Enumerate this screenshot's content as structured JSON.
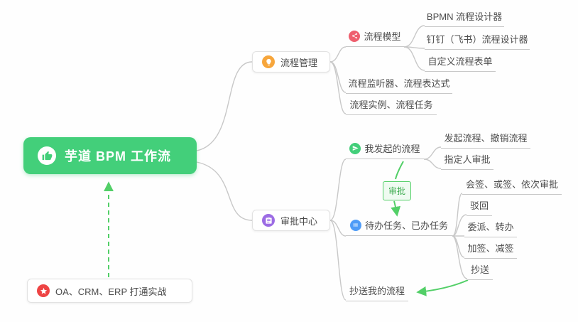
{
  "colors": {
    "root_bg": "#43cf7a",
    "branch_line": "#c8c8c8",
    "green_accent": "#52cf67",
    "icon_process_mgmt": "#f7a63c",
    "icon_process_model": "#ee5f6e",
    "icon_approval_center": "#9c6ce4",
    "icon_my_initiated": "#43cf7a",
    "icon_todo": "#4f9cf7",
    "icon_oa_star": "#ee4444"
  },
  "icons": {
    "root": "thumbs-up",
    "process_mgmt": "lightbulb",
    "process_model": "flow-share",
    "approval_center": "clipboard",
    "my_initiated": "send",
    "todo_done": "checklist",
    "oa_integration": "star"
  },
  "mindmap": {
    "root": {
      "label": "芋道 BPM 工作流"
    },
    "process_mgmt": {
      "label": "流程管理"
    },
    "process_model": {
      "label": "流程模型"
    },
    "bpmn_designer": {
      "label": "BPMN 流程设计器"
    },
    "dingtalk_designer": {
      "label": "钉钉（飞书）流程设计器"
    },
    "custom_form": {
      "label": "自定义流程表单"
    },
    "listener_expression": {
      "label": "流程监听器、流程表达式"
    },
    "instance_task": {
      "label": "流程实例、流程任务"
    },
    "approval_center": {
      "label": "审批中心"
    },
    "my_initiated": {
      "label": "我发起的流程"
    },
    "initiate_cancel": {
      "label": "发起流程、撤销流程"
    },
    "assignee_approval": {
      "label": "指定人审批"
    },
    "approve_tag": {
      "label": "审批"
    },
    "todo_done": {
      "label": "待办任务、已办任务"
    },
    "countersign": {
      "label": "会签、或签、依次审批"
    },
    "reject": {
      "label": "驳回"
    },
    "delegate_transfer": {
      "label": "委派、转办"
    },
    "add_reduce_sign": {
      "label": "加签、减签"
    },
    "cc": {
      "label": "抄送"
    },
    "cc_my_process": {
      "label": "抄送我的流程"
    },
    "oa_integration": {
      "label": "OA、CRM、ERP 打通实战"
    }
  }
}
